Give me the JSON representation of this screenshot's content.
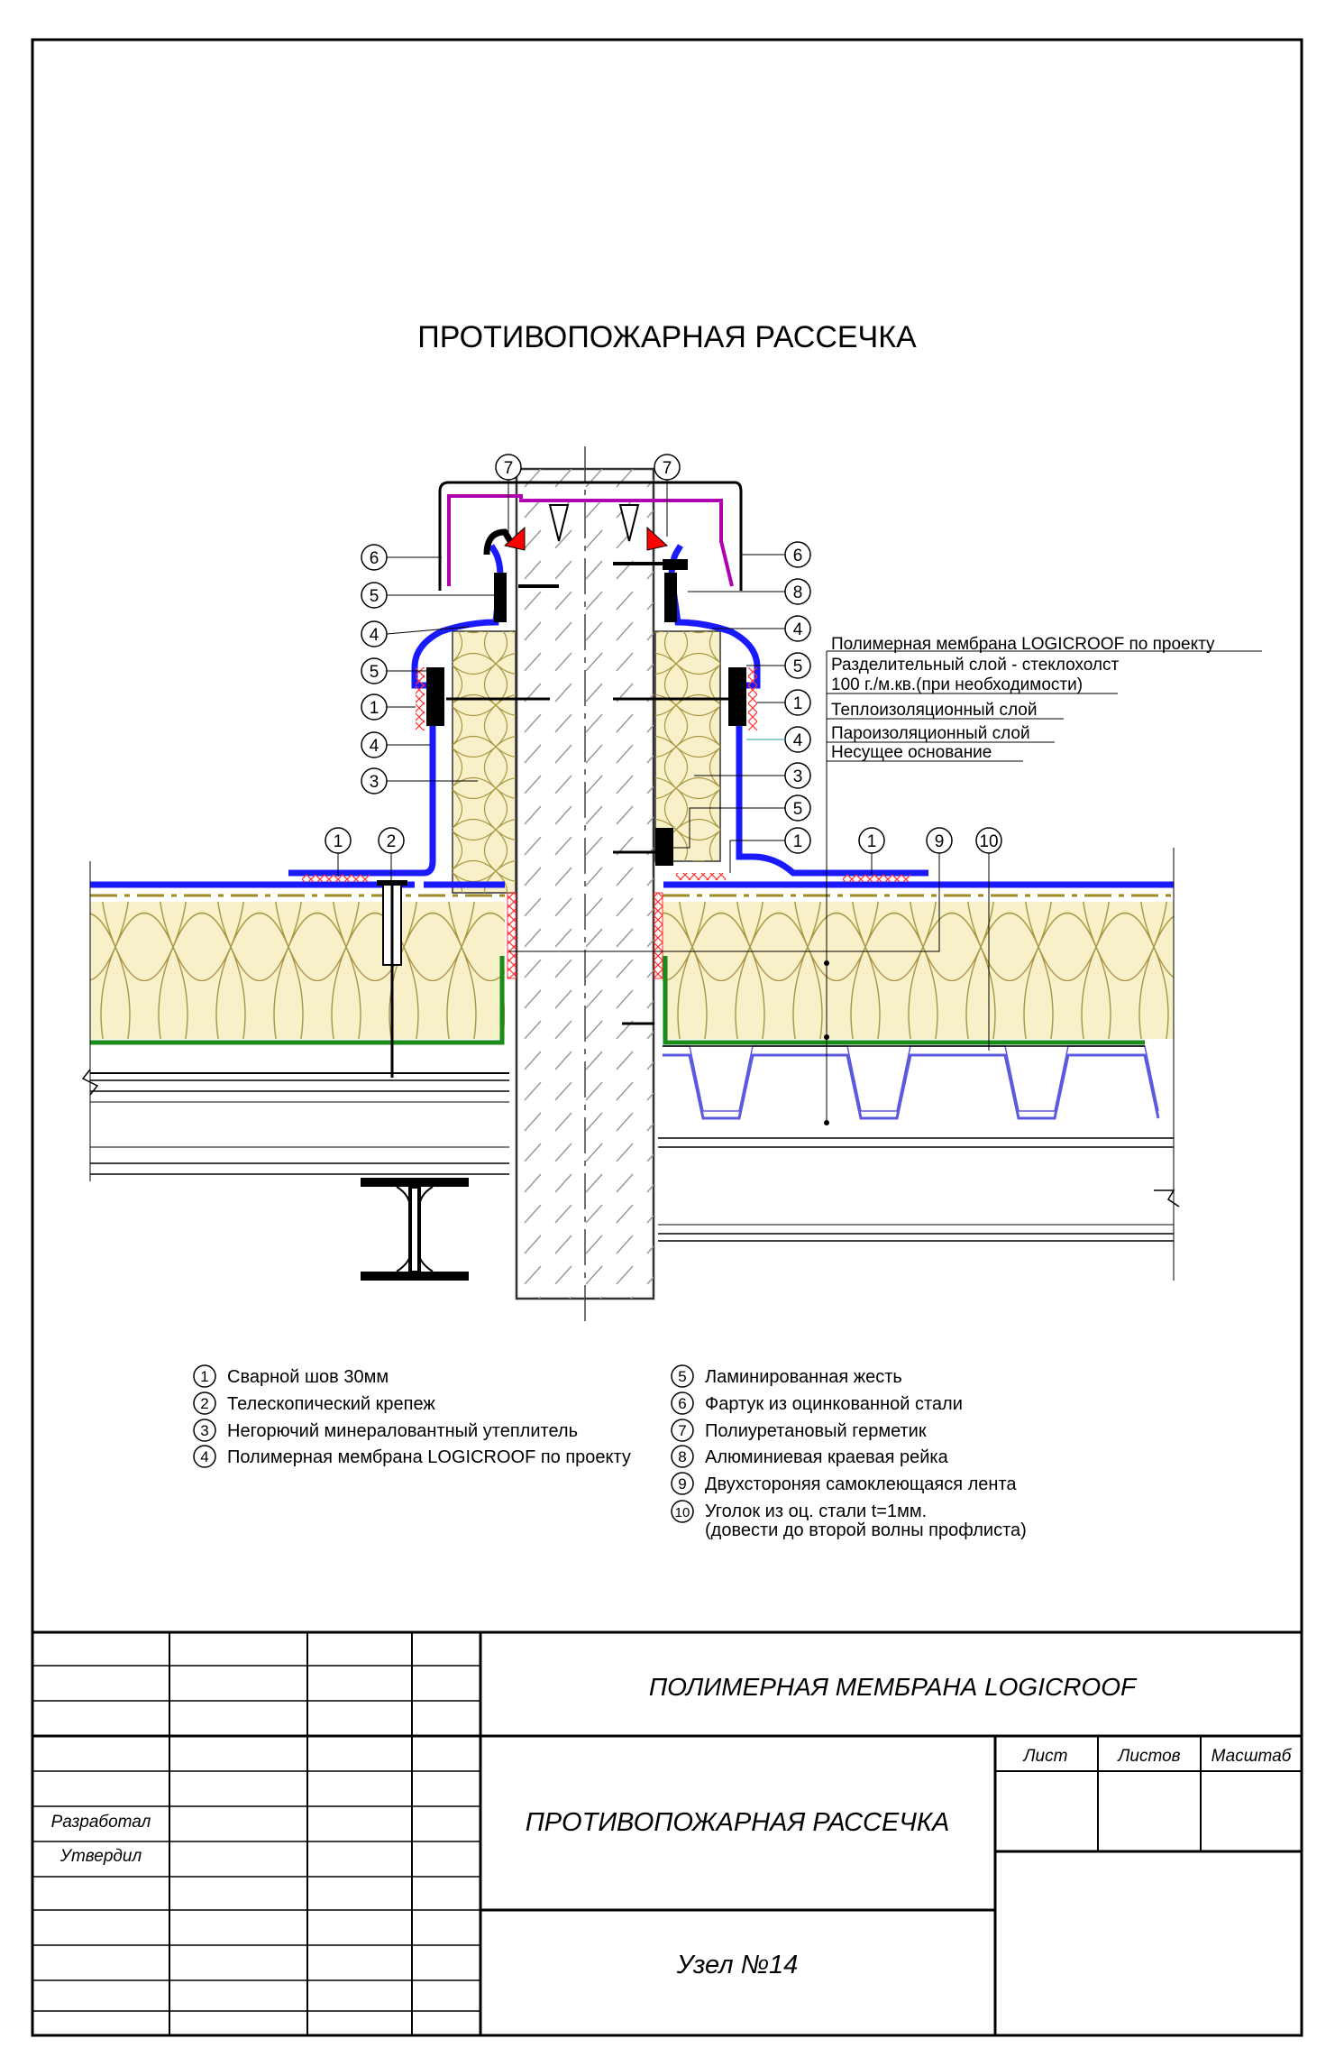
{
  "title": "ПРОТИВОПОЖАРНАЯ РАССЕЧКА",
  "layer_labels": [
    "Полимерная мембрана LOGICROOF по проекту",
    "Разделительный слой - стеклохолст",
    "100 г./м.кв.(при необходимости)",
    "Теплоизоляционный слой",
    "Пароизоляционный слой",
    "Несущее основание"
  ],
  "callouts_left": [
    "6",
    "5",
    "4",
    "5",
    "1",
    "4",
    "3",
    "1",
    "2"
  ],
  "callouts_top": [
    "7",
    "7"
  ],
  "callouts_right": [
    "6",
    "8",
    "4",
    "5",
    "1",
    "4",
    "3",
    "5",
    "1",
    "1",
    "9",
    "10"
  ],
  "legend": [
    {
      "num": "1",
      "text": "Сварной шов 30мм"
    },
    {
      "num": "2",
      "text": "Телескопический крепеж"
    },
    {
      "num": "3",
      "text": "Негорючий минераловантный утеплитель"
    },
    {
      "num": "4",
      "text": "Полимерная мембрана LOGICROOF по проекту"
    },
    {
      "num": "5",
      "text": "Ламинированная жесть"
    },
    {
      "num": "6",
      "text": "Фартук из оцинкованной стали"
    },
    {
      "num": "7",
      "text": "Полиуретановый герметик"
    },
    {
      "num": "8",
      "text": "Алюминиевая краевая рейка"
    },
    {
      "num": "9",
      "text": "Двухстороняя самоклеющаяся лента"
    },
    {
      "num": "10",
      "text": "Уголок из оц. стали t=1мм.",
      "text2": "(довести до второй волны профлиста)"
    }
  ],
  "stamp": {
    "product": "ПОЛИМЕРНАЯ МЕМБРАНА LOGICROOF",
    "sheet_title": "ПРОТИВОПОЖАРНАЯ РАССЕЧКА",
    "node": "Узел №14",
    "col_sheet": "Лист",
    "col_sheets": "Листов",
    "col_scale": "Масштаб",
    "developed": "Разработал",
    "approved": "Утвердил"
  },
  "colors": {
    "membrane": "#1a1aff",
    "insulation": "#f7f0c8",
    "insulation_line": "#a08a2a",
    "vapor_barrier": "#1a8c1a",
    "sealant": "#ff0000",
    "apron": "#b000b0",
    "weld": "#ff4040",
    "concrete": "#888888"
  }
}
